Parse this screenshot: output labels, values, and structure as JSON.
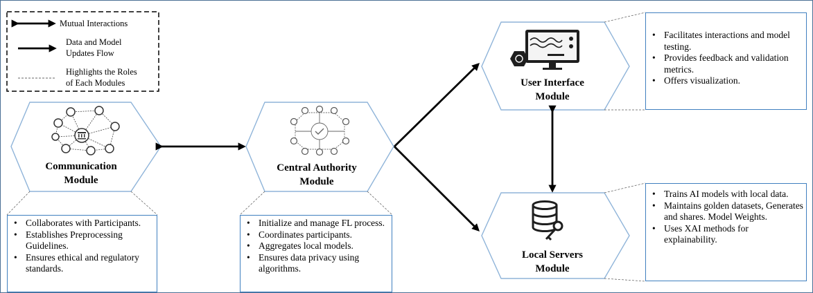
{
  "legend": {
    "mutual": "Mutual  Interactions",
    "flow": [
      "Data and Model",
      "Updates Flow"
    ],
    "roles": [
      "Highlights  the Roles",
      "of Each Modules"
    ]
  },
  "modules": {
    "communication": {
      "title": [
        "Communication",
        "Module"
      ]
    },
    "central": {
      "title": [
        "Central  Authority",
        "Module"
      ]
    },
    "ui": {
      "title": [
        "User Interface",
        "Module"
      ]
    },
    "local": {
      "title": [
        "Local Servers",
        "Module"
      ]
    }
  },
  "boxes": {
    "communication": [
      "Collaborates with Participants.",
      "Establishes Preprocessing Guidelines.",
      "Ensures ethical and regulatory standards."
    ],
    "central": [
      "Initialize and manage FL process.",
      "Coordinates participants.",
      "Aggregates  local models.",
      "Ensures data privacy using algorithms."
    ],
    "ui": [
      "Facilitates interactions and model testing.",
      "Provides feedback  and validation metrics.",
      "Offers visualization."
    ],
    "local": [
      "Trains AI models with local data.",
      "Maintains golden datasets, Generates and shares. Model Weights.",
      "Uses XAI methods for explainability."
    ]
  },
  "colors": {
    "hexagon_stroke": "#8fb4d9",
    "box_border": "#3f7fbf",
    "frame": "#4a6f94"
  }
}
